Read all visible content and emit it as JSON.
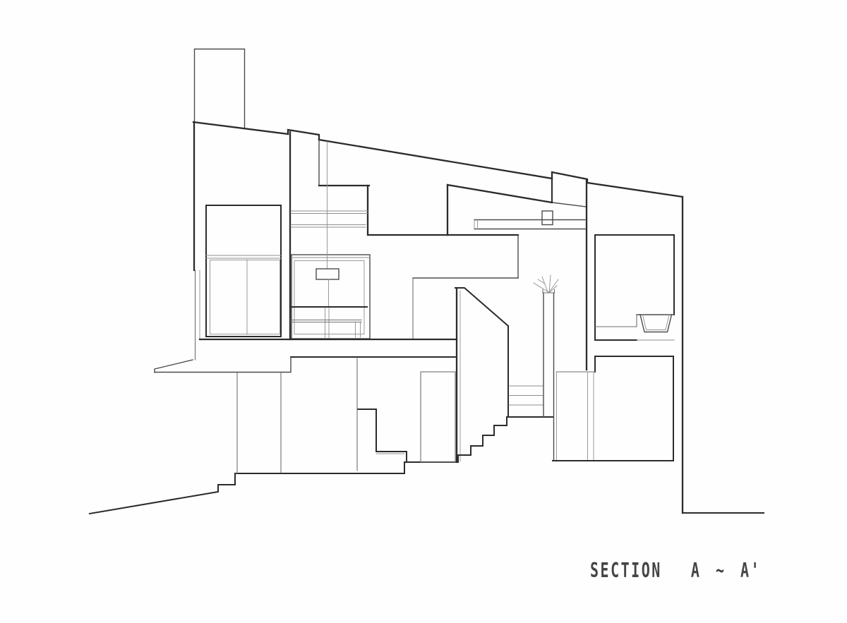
{
  "page": {
    "background_color": "#fefefe",
    "heavy_line_color": "#2b2b2b",
    "medium_line_color": "#4c4c4c",
    "thin_line_color": "#8f8f8f"
  },
  "title": {
    "text": "SECTION  A ~ A'",
    "color": "#454545"
  },
  "drawing": {
    "type": "architectural-section",
    "elements": [
      "chimney",
      "mono-pitch-roof",
      "clerestory-curb",
      "left-room-window",
      "pendant-light",
      "dining-table",
      "bench",
      "ceiling-bulkhead",
      "high-shelf",
      "staircase",
      "stair-landing",
      "planter-with-plant",
      "entry-step-bench",
      "canopy-eave",
      "bathroom-window",
      "bathtub",
      "lower-room",
      "ground-slope-steps"
    ]
  }
}
